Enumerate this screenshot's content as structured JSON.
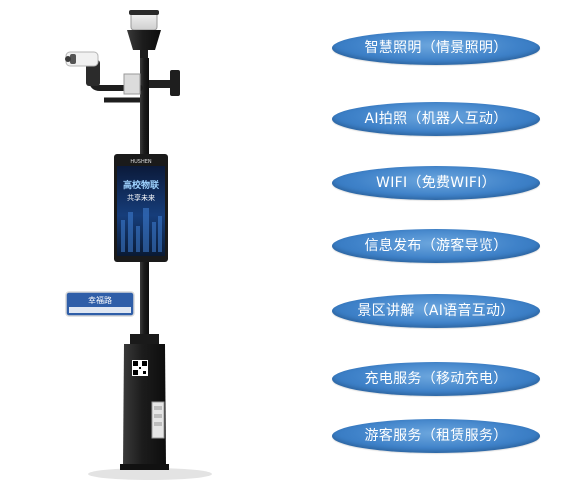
{
  "features": [
    {
      "label": "智慧照明（情景照明）"
    },
    {
      "label": "AI拍照（机器人互动）"
    },
    {
      "label": "WIFI（免费WIFI）"
    },
    {
      "label": "信息发布（游客导览）"
    },
    {
      "label": "景区讲解（AI语音互动）"
    },
    {
      "label": "充电服务（移动充电）"
    },
    {
      "label": "游客服务（租赁服务）"
    }
  ],
  "pole": {
    "screen_brand": "HUSHEN",
    "screen_text_line1": "高校物联",
    "screen_text_line2": "共享未来",
    "street_sign": "幸福路"
  },
  "colors": {
    "pill": "#3f82c9",
    "pole": "#1c1c1c",
    "sign": "#2f5ea8"
  }
}
